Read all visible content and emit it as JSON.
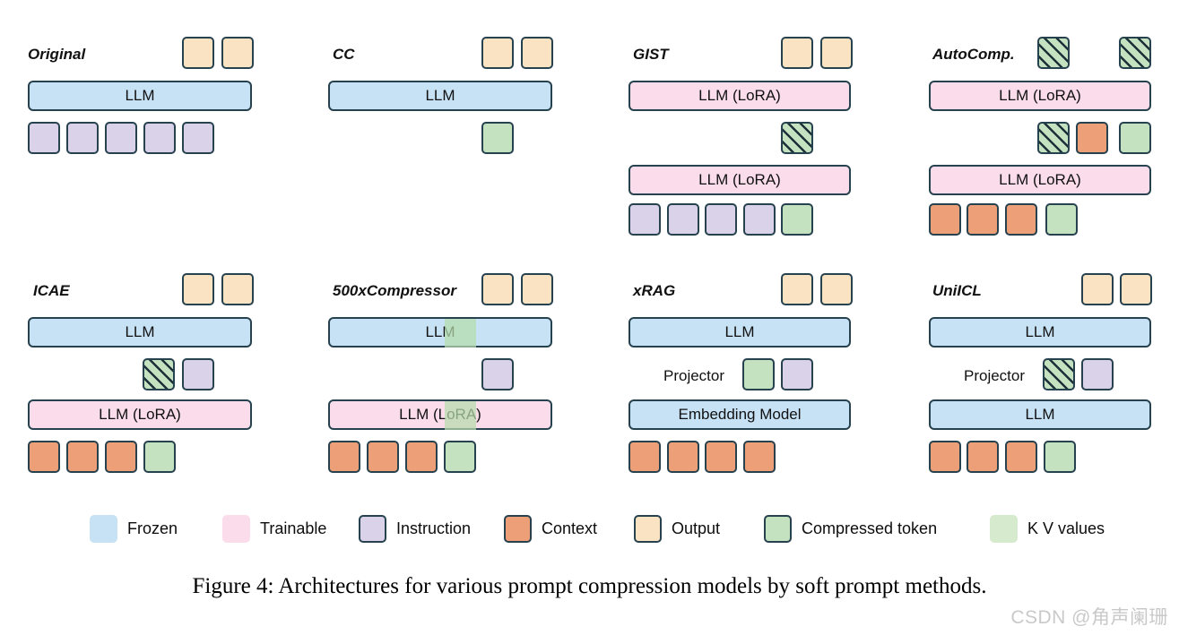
{
  "figure": {
    "caption": "Figure 4: Architectures for various prompt compression models by soft prompt methods.",
    "watermark": "CSDN @角声阑珊"
  },
  "colors": {
    "frozen": "#c7e2f5",
    "trainable": "#fadceb",
    "instruction": "#d9d2e9",
    "context": "#eda077",
    "output": "#fae3c3",
    "compressed_token": "#c5e2c0",
    "kv_values": "#d6eace",
    "outline": "#27424f"
  },
  "legend": {
    "items": [
      {
        "label": "Frozen",
        "swatch": "frozen",
        "bordered": false
      },
      {
        "label": "Trainable",
        "swatch": "trainable",
        "bordered": false
      },
      {
        "label": "Instruction",
        "swatch": "instruction",
        "bordered": true
      },
      {
        "label": "Context",
        "swatch": "context",
        "bordered": true
      },
      {
        "label": "Output",
        "swatch": "output",
        "bordered": true
      },
      {
        "label": "Compressed token",
        "swatch": "compressed_token",
        "bordered": true
      },
      {
        "label": "K V values",
        "swatch": "kv_values",
        "bordered": false
      }
    ]
  },
  "panels": [
    {
      "id": "original",
      "title": "Original",
      "bars": [
        {
          "label": "LLM",
          "kind": "frozen"
        }
      ],
      "token_rows": [
        {
          "name": "output-row",
          "tokens": [
            "output",
            "output"
          ]
        },
        {
          "name": "instruction-row",
          "tokens": [
            "instruction",
            "instruction",
            "instruction",
            "instruction",
            "instruction"
          ]
        }
      ]
    },
    {
      "id": "cc",
      "title": "CC",
      "bars": [
        {
          "label": "LLM",
          "kind": "frozen"
        }
      ],
      "token_rows": [
        {
          "name": "output-row",
          "tokens": [
            "output",
            "output"
          ]
        },
        {
          "name": "compressed-token-row",
          "tokens": [
            "compressed"
          ]
        }
      ]
    },
    {
      "id": "gist",
      "title": "GIST",
      "bars": [
        {
          "label": "LLM (LoRA)",
          "kind": "trainable"
        },
        {
          "label": "LLM (LoRA)",
          "kind": "trainable"
        }
      ],
      "token_rows": [
        {
          "name": "output-row",
          "tokens": [
            "output",
            "output"
          ]
        },
        {
          "name": "compressed-token-row",
          "tokens": [
            "hatch"
          ]
        },
        {
          "name": "input-row",
          "tokens": [
            "instruction",
            "instruction",
            "instruction",
            "instruction",
            "compressed"
          ]
        }
      ]
    },
    {
      "id": "autocomp",
      "title": "AutoComp.",
      "bars": [
        {
          "label": "LLM (LoRA)",
          "kind": "trainable"
        },
        {
          "label": "LLM (LoRA)",
          "kind": "trainable"
        }
      ],
      "token_rows": [
        {
          "name": "output-row",
          "tokens": [
            "hatch",
            "hatch"
          ]
        },
        {
          "name": "compressed-token-row",
          "tokens": [
            "hatch",
            "context",
            "compressed"
          ]
        },
        {
          "name": "input-row",
          "tokens": [
            "context",
            "context",
            "context",
            "compressed"
          ]
        }
      ]
    },
    {
      "id": "icae",
      "title": "ICAE",
      "bars": [
        {
          "label": "LLM",
          "kind": "frozen"
        },
        {
          "label": "LLM (LoRA)",
          "kind": "trainable"
        }
      ],
      "token_rows": [
        {
          "name": "output-row",
          "tokens": [
            "output",
            "output"
          ]
        },
        {
          "name": "compressed-token-row",
          "tokens": [
            "hatch",
            "instruction"
          ]
        },
        {
          "name": "input-row",
          "tokens": [
            "context",
            "context",
            "context",
            "compressed"
          ]
        }
      ]
    },
    {
      "id": "compressor500x",
      "title": "500xCompressor",
      "bars": [
        {
          "label": "LLM",
          "kind": "frozen"
        },
        {
          "label": "LLM (LoRA)",
          "kind": "trainable"
        }
      ],
      "token_rows": [
        {
          "name": "output-row",
          "tokens": [
            "output",
            "output"
          ]
        },
        {
          "name": "instruction-row",
          "tokens": [
            "instruction"
          ]
        },
        {
          "name": "input-row",
          "tokens": [
            "context",
            "context",
            "context",
            "compressed"
          ]
        }
      ]
    },
    {
      "id": "xrag",
      "title": "xRAG",
      "projector_label": "Projector",
      "bars": [
        {
          "label": "LLM",
          "kind": "frozen"
        },
        {
          "label": "Embedding Model",
          "kind": "frozen"
        }
      ],
      "token_rows": [
        {
          "name": "output-row",
          "tokens": [
            "output",
            "output"
          ]
        },
        {
          "name": "projector-row",
          "tokens": [
            "compressed",
            "instruction"
          ]
        },
        {
          "name": "input-row",
          "tokens": [
            "context",
            "context",
            "context",
            "context"
          ]
        }
      ]
    },
    {
      "id": "uniicl",
      "title": "UniICL",
      "projector_label": "Projector",
      "bars": [
        {
          "label": "LLM",
          "kind": "frozen"
        },
        {
          "label": "LLM",
          "kind": "frozen"
        }
      ],
      "token_rows": [
        {
          "name": "output-row",
          "tokens": [
            "output",
            "output"
          ]
        },
        {
          "name": "projector-row",
          "tokens": [
            "hatch",
            "instruction"
          ]
        },
        {
          "name": "input-row",
          "tokens": [
            "context",
            "context",
            "context",
            "compressed"
          ]
        }
      ]
    }
  ]
}
